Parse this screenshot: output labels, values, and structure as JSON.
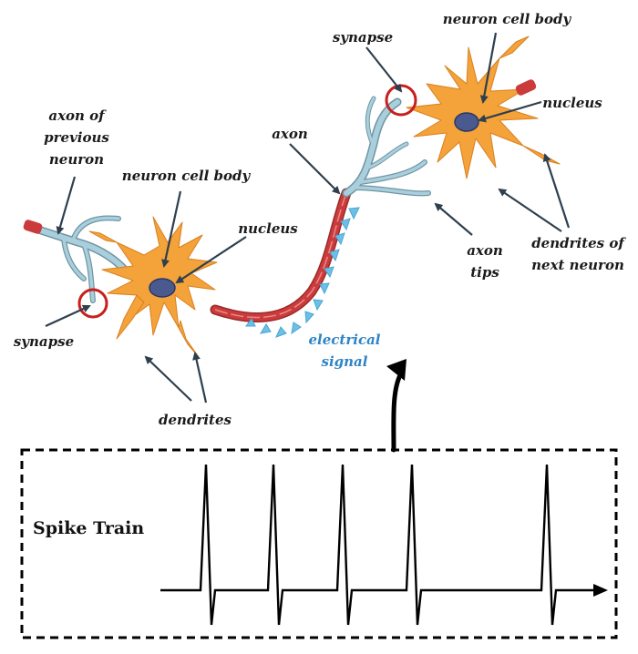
{
  "labels": {
    "axon_prev": [
      "axon of",
      "previous",
      "neuron"
    ],
    "cell_body_left": "neuron cell body",
    "nucleus_left": "nucleus",
    "synapse_left": "synapse",
    "dendrites_left": "dendrites",
    "axon": "axon",
    "electrical_signal": [
      "electrical",
      "signal"
    ],
    "synapse_right": "synapse",
    "cell_body_right": "neuron cell body",
    "nucleus_right": "nucleus",
    "axon_tips": [
      "axon",
      "tips"
    ],
    "dendrites_next": [
      "dendrites of",
      "next neuron"
    ]
  },
  "spike_panel": {
    "title": "Spike Train",
    "spike_count": 5
  },
  "colors": {
    "dendrite_orange": "#f4a23a",
    "nucleus_blue": "#4a5a8f",
    "axon_red": "#cc3b3b",
    "axon_tip_blue": "#a9cfdc",
    "signal_blue": "#6cc0e8",
    "synapse_circle": "#c81e1e"
  }
}
